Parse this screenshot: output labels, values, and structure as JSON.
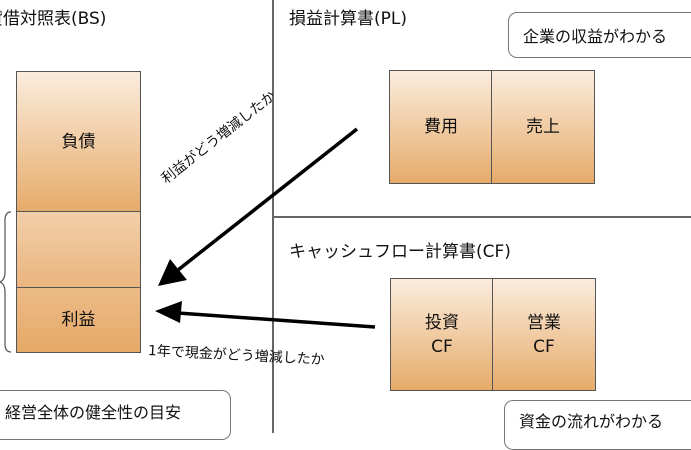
{
  "bs": {
    "title": "貸借対照表(BS)",
    "liabilities": "負債",
    "profit": "利益",
    "note": "経営全体の健全性の目安"
  },
  "pl": {
    "title": "損益計算書(PL)",
    "expenses": "費用",
    "sales": "売上",
    "note": "企業の収益がわかる"
  },
  "cf": {
    "title": "キャッシュフロー計算書(CF)",
    "investing_line1": "投資",
    "investing_line2": "CF",
    "operating_line1": "営業",
    "operating_line2": "CF",
    "note": "資金の流れがわかる"
  },
  "arrows": {
    "pl_to_bs": "利益がどう増減したか",
    "cf_to_bs": "1年で現金がどう増減したか"
  },
  "colors": {
    "box_top": "#fbecdd",
    "box_bottom": "#e6ab6a",
    "line": "#666666"
  }
}
